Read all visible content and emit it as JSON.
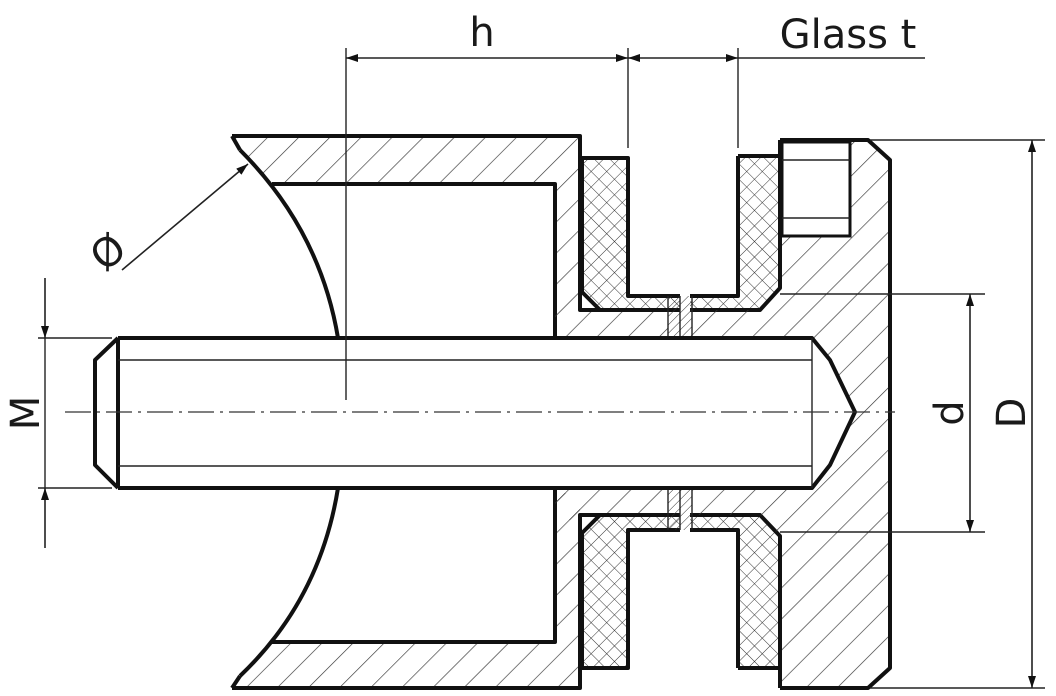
{
  "labels": {
    "h": "h",
    "glass_t": "Glass t",
    "diameter": "Ø",
    "M": "M",
    "d": "d",
    "D": "D"
  },
  "colors": {
    "line": "#111111",
    "hatch": "#333333",
    "background": "#ffffff"
  }
}
